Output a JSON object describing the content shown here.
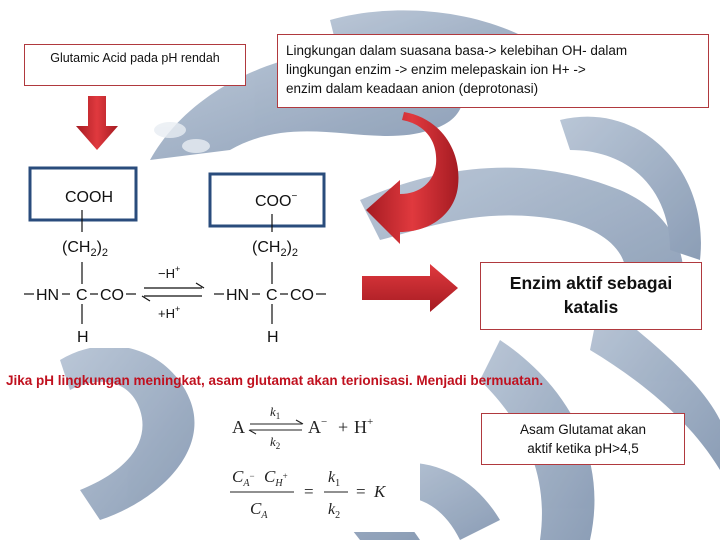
{
  "labels": {
    "glutamic_low_ph": "Glutamic Acid pada pH rendah",
    "base_env_line1": "Lingkungan dalam suasana basa-> kelebihan OH- dalam",
    "base_env_line2": "lingkungan enzim -> enzim melepaskain  ion H+ ->",
    "base_env_line3": "enzim dalam keadaan anion (deprotonasi)",
    "active_enzyme_line1": "Enzim aktif sebagai",
    "active_enzyme_line2": "katalis",
    "ph_statement": "Jika pH lingkungan meningkat, asam glutamat akan terionisasi. Menjadi bermuatan.",
    "glutamate_active_line1": "Asam Glutamat akan",
    "glutamate_active_line2": "aktif ketika pH>4,5"
  },
  "chemistry": {
    "left_top": "COOH",
    "right_top": "COO",
    "right_charge": "−",
    "ch2": "(CH",
    "ch2_sub": "2",
    "ch2_close": ")",
    "ch2_tail": "2",
    "backbone_left_dash": "–",
    "nh": "HN",
    "c": "C",
    "co": "CO",
    "backbone_right_dash": "–",
    "h": "H",
    "forward": "−H",
    "forward_sup": "+",
    "reverse": "+H",
    "reverse_sup": "+"
  },
  "formula": {
    "a": "A",
    "k1": "k",
    "k1_sub": "1",
    "k2": "k",
    "k2_sub": "2",
    "a_minus": "A",
    "a_minus_sup": "−",
    "plus": "+",
    "h_plus": "H",
    "h_plus_sup": "+",
    "ca_minus": "C",
    "ca_minus_sub": "A",
    "ca_minus_sup": "−",
    "ch_plus": "C",
    "ch_plus_sub": "H",
    "ch_plus_sup": "+",
    "ca": "C",
    "ca_sub": "A",
    "equals1": "=",
    "equals2": "=",
    "k": "K"
  },
  "colors": {
    "label_border": "#b0393e",
    "red_text": "#c0101e",
    "arrow_red": "#c8242b",
    "box_blue": "#2a4c7c",
    "ribbon": "#93a6bf"
  }
}
